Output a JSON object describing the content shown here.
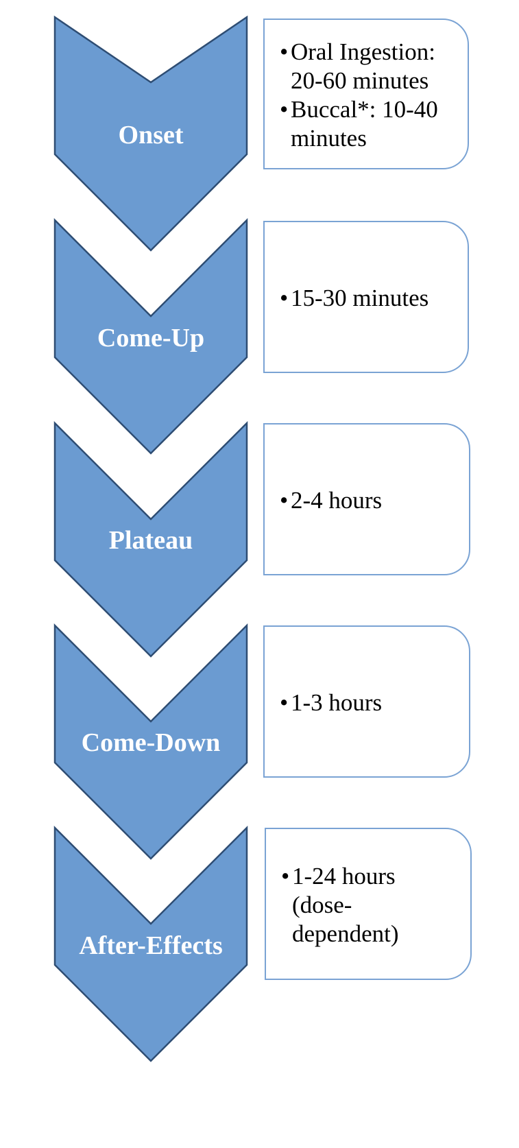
{
  "stages": [
    {
      "label": "Onset",
      "details": [
        "Oral Ingestion: 20-60 minutes",
        "Buccal*: 10-40 minutes"
      ]
    },
    {
      "label": "Come-Up",
      "details": [
        "15-30 minutes"
      ]
    },
    {
      "label": "Plateau",
      "details": [
        "2-4 hours"
      ]
    },
    {
      "label": "Come-Down",
      "details": [
        "1-3 hours"
      ]
    },
    {
      "label": "After-Effects",
      "details": [
        "1-24 hours (dose-dependent)"
      ]
    }
  ],
  "colors": {
    "chevron_fill": "#6b9bd1",
    "chevron_stroke": "#2e4d73",
    "box_border": "#7aa3d4",
    "label_text": "#ffffff"
  }
}
